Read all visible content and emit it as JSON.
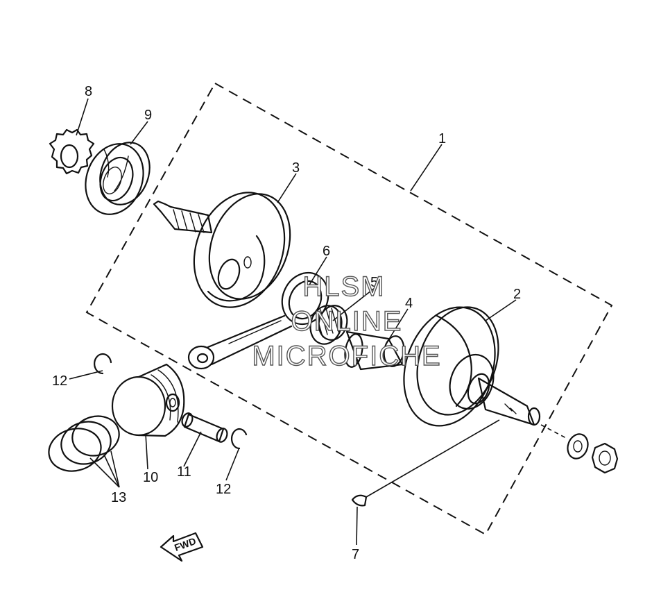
{
  "callouts": {
    "c1": "1",
    "c2": "2",
    "c3": "3",
    "c4": "4",
    "c5": "5",
    "c6": "6",
    "c7": "7",
    "c8": "8",
    "c9": "9",
    "c10": "10",
    "c11": "11",
    "c12a": "12",
    "c12b": "12",
    "c13": "13"
  },
  "watermark": {
    "line1": "HLSM",
    "line2": "ONLINE",
    "line3": "MICROFICHE"
  },
  "fwd_arrow": {
    "label": "FWD"
  },
  "colors": {
    "ink": "#111111",
    "background": "#ffffff",
    "watermark_outline": "#555555"
  }
}
